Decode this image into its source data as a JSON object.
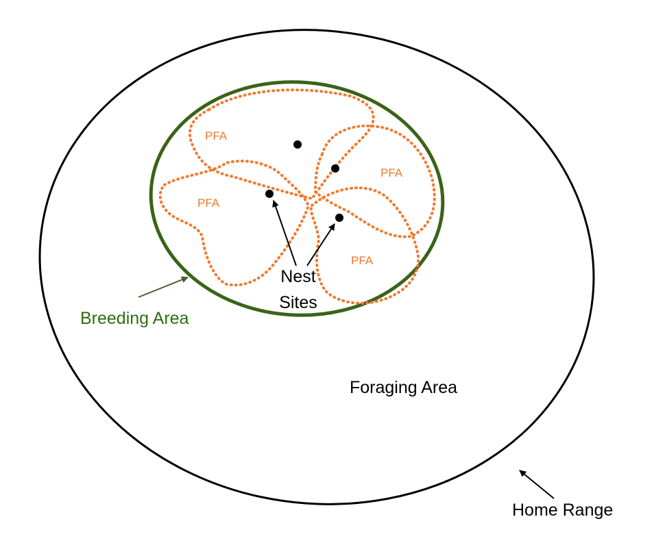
{
  "labels": {
    "breeding_area": "Breeding Area",
    "foraging_area": "Foraging Area",
    "home_range": "Home Range",
    "nest_line1": "Nest",
    "nest_line2": "Sites",
    "pfa": [
      "PFA",
      "PFA",
      "PFA",
      "PFA"
    ]
  },
  "colors": {
    "home_range": "#000000",
    "breeding_area": "#3b6318",
    "breeding_label": "#2e6e10",
    "pfa": "#f07a2e",
    "nest": "#000000",
    "arrow_breeding": "#4a5c2e"
  }
}
